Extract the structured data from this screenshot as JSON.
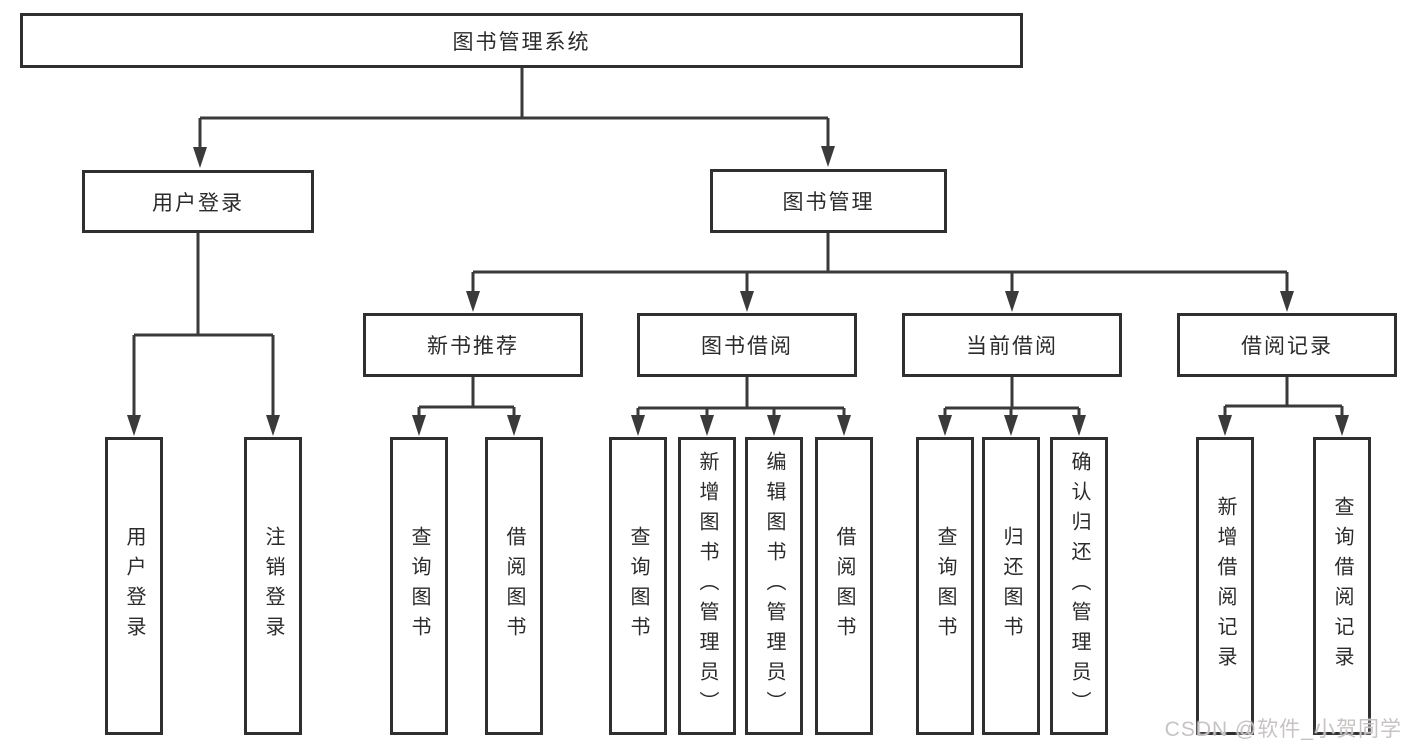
{
  "colors": {
    "line": "#3a3a3a",
    "border": "#2f2f2f",
    "text": "#2b2b2b",
    "watermark": "#c7c3c3",
    "background": "#ffffff"
  },
  "watermark": "CSDN @软件_小贺同学",
  "tree": {
    "label": "图书管理系统",
    "children": [
      {
        "label": "用户登录",
        "children": [
          {
            "label": "用户登录"
          },
          {
            "label": "注销登录"
          }
        ]
      },
      {
        "label": "图书管理",
        "children": [
          {
            "label": "新书推荐",
            "children": [
              {
                "label": "查询图书"
              },
              {
                "label": "借阅图书"
              }
            ]
          },
          {
            "label": "图书借阅",
            "children": [
              {
                "label": "查询图书"
              },
              {
                "label": "新增图书（管理员）"
              },
              {
                "label": "编辑图书（管理员）"
              },
              {
                "label": "借阅图书"
              }
            ]
          },
          {
            "label": "当前借阅",
            "children": [
              {
                "label": "查询图书"
              },
              {
                "label": "归还图书"
              },
              {
                "label": "确认归还（管理员）"
              }
            ]
          },
          {
            "label": "借阅记录",
            "children": [
              {
                "label": "新增借阅记录"
              },
              {
                "label": "查询借阅记录"
              }
            ]
          }
        ]
      }
    ]
  }
}
